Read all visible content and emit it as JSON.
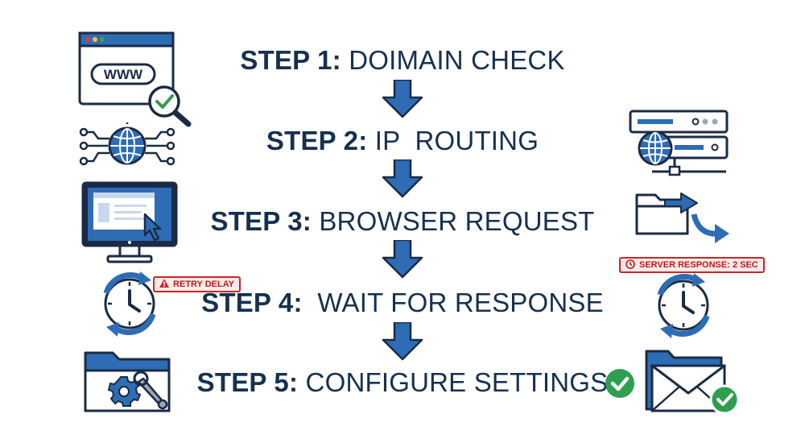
{
  "steps": [
    {
      "label": "STEP 1:",
      "text": " DOIMAIN CHECK"
    },
    {
      "label": "STEP 2:",
      "text": " IP  ROUTING"
    },
    {
      "label": "STEP 3:",
      "text": " BROWSER REQUEST"
    },
    {
      "label": "STEP 4:",
      "text": "  WAIT FOR RESPONSE"
    },
    {
      "label": "STEP 5:",
      "text": " CONFIGURE SETTINGS"
    }
  ],
  "badges": {
    "retry": "RETRY DELAY",
    "server": "SERVER RESPONSE: 2 SEC"
  },
  "browser_icon": {
    "address_text": "WWW"
  },
  "colors": {
    "accent_blue": "#2e6cb5",
    "navy_text": "#16304f",
    "warning_red": "#c62828",
    "success_green": "#2e9e4f"
  },
  "icons": [
    "browser-www-icon",
    "magnifier-check-icon",
    "network-globe-icon",
    "monitor-cursor-icon",
    "clock-refresh-icon",
    "folder-settings-icon",
    "server-globe-icon",
    "folder-transfer-icon",
    "envelope-check-icon",
    "check-circle-icon",
    "warning-icon"
  ]
}
